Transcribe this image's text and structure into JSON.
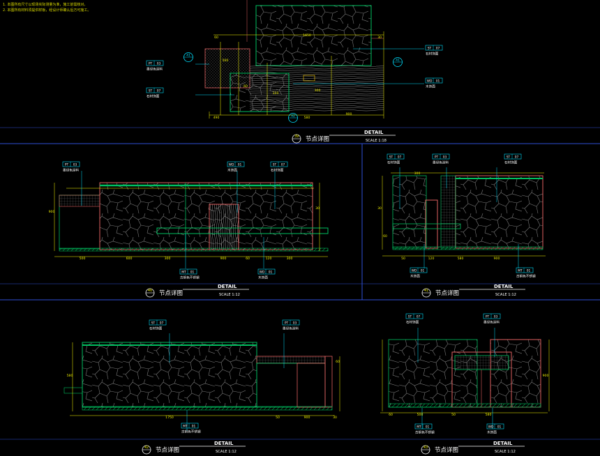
{
  "notes": [
    "1. 本图所有尺寸以现场实际测量为准，施工前需核对。",
    "2. 本图所有材料须提供样板，经设计师确认后方可施工。"
  ],
  "colors": {
    "background": "#000000",
    "frame": "#2f4fd8",
    "stone": "#00c060",
    "wood": "#e06060",
    "dims": "#ffff00",
    "callout": "#00e0ff",
    "text": "#ffffff"
  },
  "drawings": [
    {
      "id": "39",
      "name": "节点详图",
      "detail": "DETAIL",
      "scale": "SCALE 1:18",
      "section_marks": [
        "41",
        "41",
        "42"
      ],
      "tags": [
        {
          "code": "PT",
          "num": "03",
          "desc": "墨绿色涂料"
        },
        {
          "code": "ST",
          "num": "07",
          "desc": "石材饰面"
        },
        {
          "code": "ST",
          "num": "07",
          "desc": "石材饰面"
        },
        {
          "code": "WD",
          "num": "01",
          "desc": "木饰面"
        }
      ],
      "dims": [
        "60",
        "1650",
        "580",
        "490",
        "500",
        "60",
        "120",
        "300",
        "900",
        "30"
      ]
    },
    {
      "id": "40",
      "name": "节点详图",
      "detail": "DETAIL",
      "scale": "SCALE 1:12",
      "tags": [
        {
          "code": "PT",
          "num": "03",
          "desc": "墨绿色涂料"
        },
        {
          "code": "WD",
          "num": "01",
          "desc": "木饰面"
        },
        {
          "code": "ST",
          "num": "07",
          "desc": "石材饰面"
        },
        {
          "code": "MT",
          "num": "01",
          "desc": "古铜色不锈钢"
        },
        {
          "code": "WD",
          "num": "01",
          "desc": "木饰面"
        }
      ],
      "dims": [
        "500",
        "600",
        "300",
        "900",
        "60",
        "120",
        "300",
        "900",
        "30"
      ]
    },
    {
      "id": "41",
      "name": "节点详图",
      "detail": "DETAIL",
      "scale": "SCALE 1:12",
      "tags": [
        {
          "code": "ST",
          "num": "07",
          "desc": "石材饰面"
        },
        {
          "code": "PT",
          "num": "03",
          "desc": "墨绿色涂料"
        },
        {
          "code": "ST",
          "num": "07",
          "desc": "石材饰面"
        },
        {
          "code": "WD",
          "num": "01",
          "desc": "木饰面"
        },
        {
          "code": "MT",
          "num": "01",
          "desc": "古铜色不锈钢"
        }
      ],
      "dims": [
        "300",
        "50",
        "120",
        "580",
        "900",
        "30",
        "60"
      ]
    },
    {
      "id": "42",
      "name": "节点详图",
      "detail": "DETAIL",
      "scale": "SCALE 1:12",
      "tags": [
        {
          "code": "ST",
          "num": "07",
          "desc": "石材饰面"
        },
        {
          "code": "PT",
          "num": "03",
          "desc": "墨绿色涂料"
        },
        {
          "code": "MT",
          "num": "01",
          "desc": "古铜色不锈钢"
        }
      ],
      "dims": [
        "1750",
        "50",
        "580",
        "60",
        "30",
        "900"
      ]
    },
    {
      "id": "43",
      "name": "节点详图",
      "detail": "DETAIL",
      "scale": "SCALE 1:12",
      "tags": [
        {
          "code": "ST",
          "num": "07",
          "desc": "石材饰面"
        },
        {
          "code": "PT",
          "num": "03",
          "desc": "墨绿色涂料"
        },
        {
          "code": "MT",
          "num": "01",
          "desc": "古铜色不锈钢"
        },
        {
          "code": "WD",
          "num": "01",
          "desc": "木饰面"
        }
      ],
      "dims": [
        "60",
        "500",
        "50",
        "580",
        "900"
      ]
    }
  ]
}
